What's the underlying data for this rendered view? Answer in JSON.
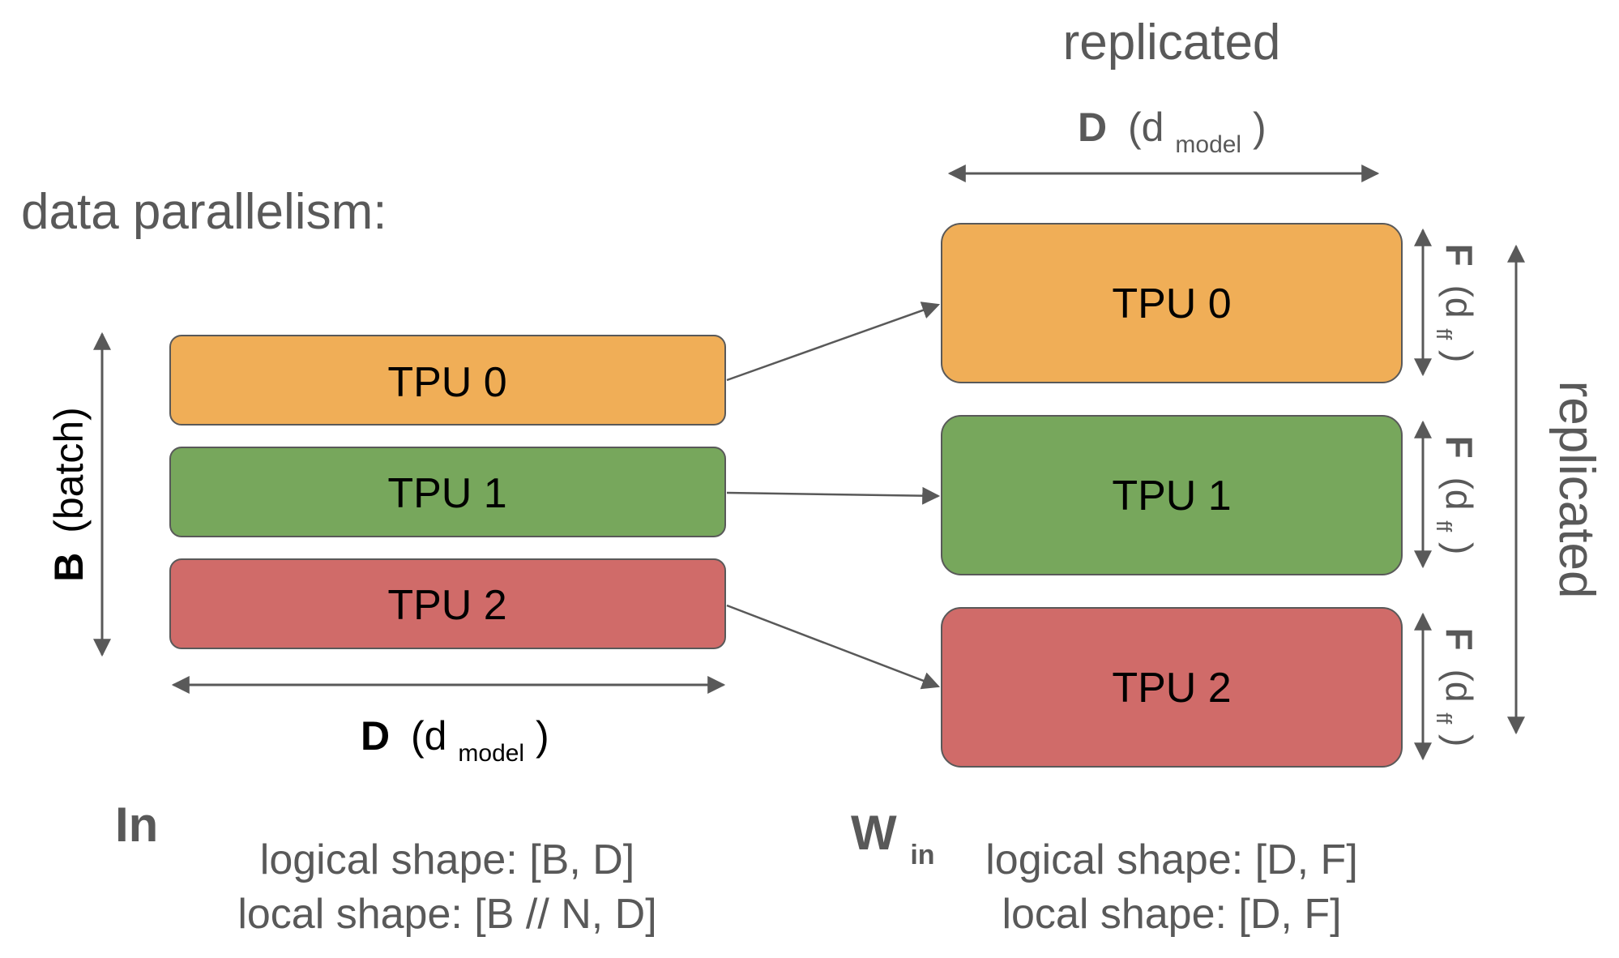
{
  "title": "data parallelism:",
  "colors": {
    "tpu0": "#F0AE57",
    "tpu1": "#77A75C",
    "tpu2": "#D06B69",
    "stroke": "#595959",
    "text_gray": "#595959"
  },
  "input": {
    "batch_dim_bold": "B",
    "batch_dim_text": "(batch)",
    "model_dim_bold": "D",
    "model_dim_open": "(d",
    "model_dim_sub": "model",
    "model_dim_close": ")",
    "name": "In",
    "logical_shape": "logical shape: [B, D]",
    "local_shape": "local shape: [B // N, D]",
    "shards": [
      "TPU 0",
      "TPU 1",
      "TPU 2"
    ]
  },
  "weight": {
    "top_label": "replicated",
    "side_label": "replicated",
    "model_dim_bold": "D",
    "model_dim_open": "(d",
    "model_dim_sub": "model",
    "model_dim_close": ")",
    "ff_dim_bold": "F",
    "ff_dim_open": "(d",
    "ff_dim_sub": "ff",
    "ff_dim_close": ")",
    "name": "W",
    "name_sub": "in",
    "logical_shape": "logical shape: [D, F]",
    "local_shape": "local shape: [D, F]",
    "shards": [
      "TPU 0",
      "TPU 1",
      "TPU 2"
    ]
  }
}
